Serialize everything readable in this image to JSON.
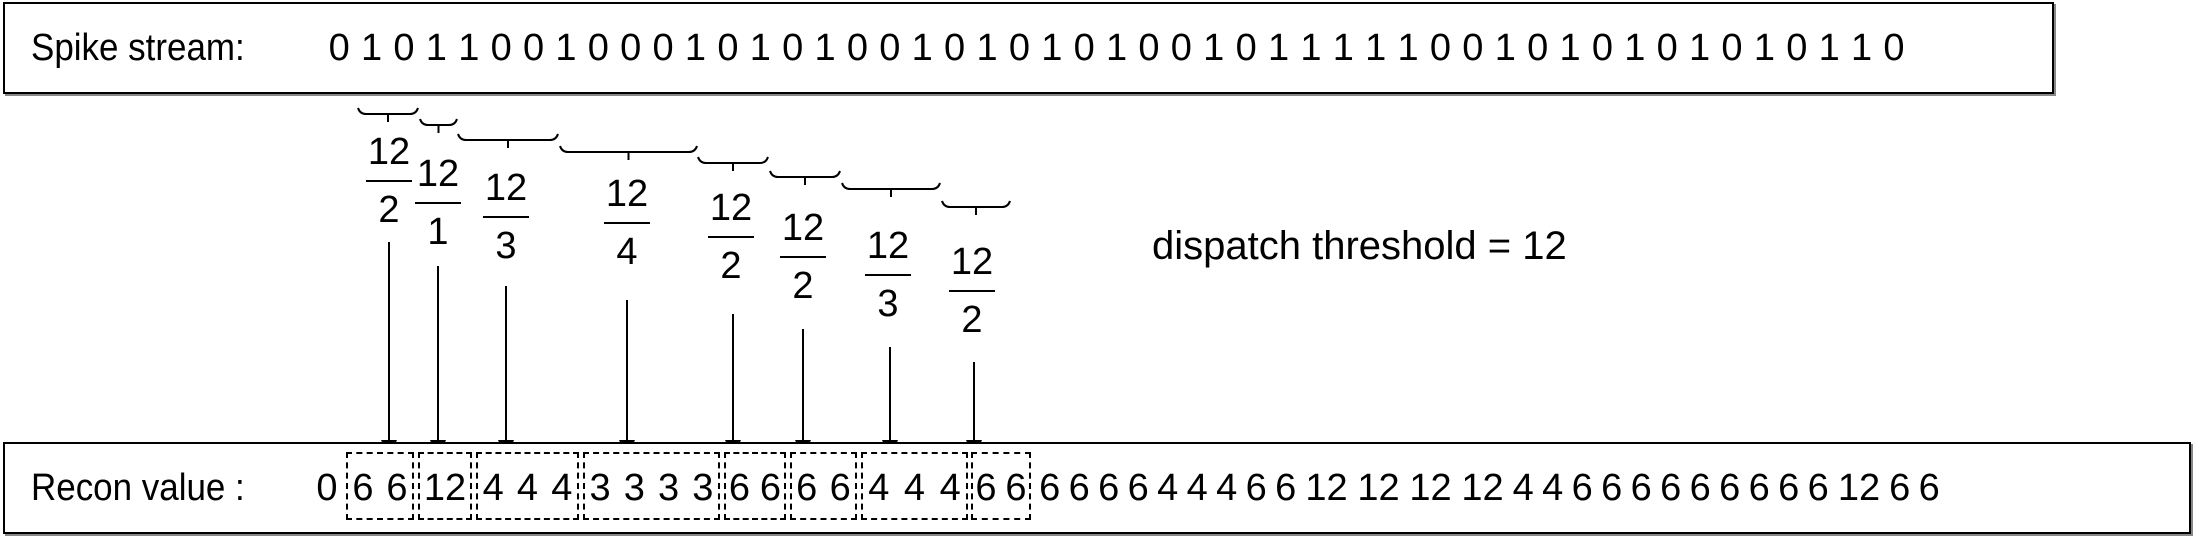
{
  "spike_stream": {
    "label": "Spike stream:",
    "bits": [
      "0",
      "1",
      "0",
      "1",
      "1",
      "0",
      "0",
      "1",
      "0",
      "0",
      "0",
      "1",
      "0",
      "1",
      "0",
      "1",
      "0",
      "0",
      "1",
      "0",
      "1",
      "0",
      "1",
      "0",
      "1",
      "0",
      "0",
      "1",
      "0",
      "1",
      "1",
      "1",
      "1",
      "1",
      "0",
      "0",
      "1",
      "0",
      "1",
      "0",
      "1",
      "0",
      "1",
      "0",
      "1",
      "0",
      "1",
      "1",
      "0"
    ]
  },
  "annotation": {
    "threshold_text": "dispatch threshold = 12",
    "threshold": 12
  },
  "fractions": [
    {
      "num": "12",
      "den": "2"
    },
    {
      "num": "12",
      "den": "1"
    },
    {
      "num": "12",
      "den": "3"
    },
    {
      "num": "12",
      "den": "4"
    },
    {
      "num": "12",
      "den": "2"
    },
    {
      "num": "12",
      "den": "2"
    },
    {
      "num": "12",
      "den": "3"
    },
    {
      "num": "12",
      "den": "2"
    }
  ],
  "recon": {
    "label": "Recon value :",
    "leading": "0",
    "groups": [
      [
        "6",
        "6"
      ],
      [
        "12"
      ],
      [
        "4",
        "4",
        "4"
      ],
      [
        "3",
        "3",
        "3",
        "3"
      ],
      [
        "6",
        "6"
      ],
      [
        "6",
        "6"
      ],
      [
        "4",
        "4",
        "4"
      ],
      [
        "6",
        "6"
      ]
    ],
    "tail": [
      "6",
      "6",
      "6",
      "6",
      "4",
      "4",
      "4",
      "6",
      "6",
      "12",
      "12",
      "12",
      "12",
      "4",
      "4",
      "6",
      "6",
      "6",
      "6",
      "6",
      "6",
      "6",
      "6",
      "6",
      "12",
      "6",
      "6"
    ]
  }
}
